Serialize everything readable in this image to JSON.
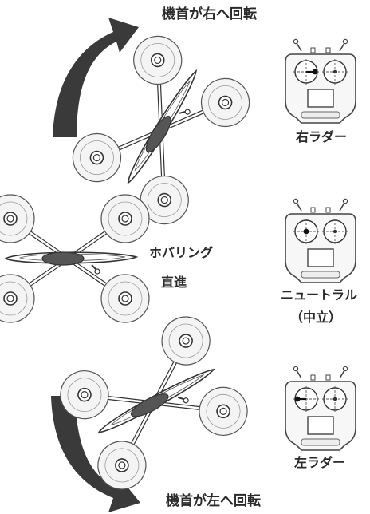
{
  "labels": {
    "rotate_right": "機首が右へ回転",
    "rotate_left": "機首が左へ回転",
    "hover": "ホバリング",
    "straight": "直進",
    "right_rudder": "右ラダー",
    "neutral": "ニュートラル",
    "neutral_sub": "（中立）",
    "left_rudder": "左ラダー"
  },
  "colors": {
    "arrow": "#3a3a3a",
    "line": "#333333",
    "prop_fill": "#f2f2f2",
    "body_fill": "#555555",
    "transmitter_fill": "#f7f7f7"
  },
  "icons": {
    "rotate_right_arrow": "curved-arrow-clockwise-icon",
    "rotate_left_arrow": "curved-arrow-counterclockwise-icon",
    "drone": "quadcopter-icon",
    "transmitter": "rc-transmitter-icon"
  }
}
